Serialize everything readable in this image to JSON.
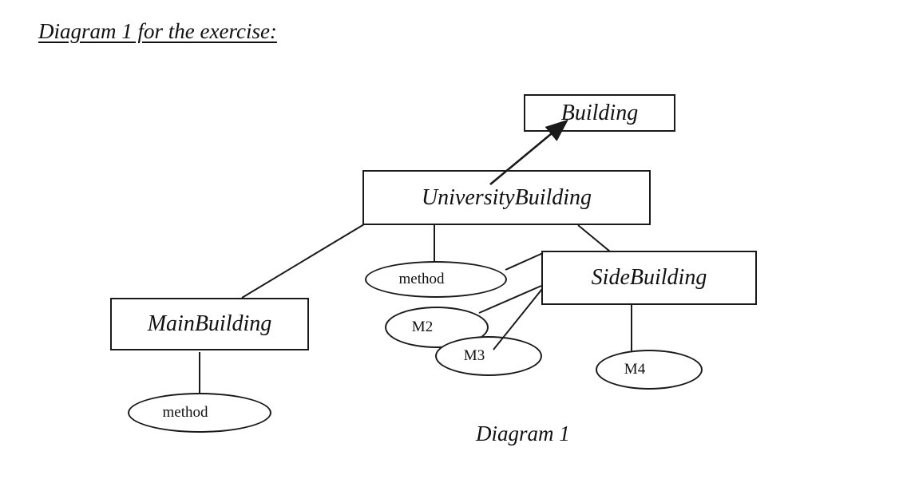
{
  "heading": "Diagram 1 for the exercise:",
  "caption": "Diagram 1",
  "diagram": {
    "nodes": {
      "building": "Building",
      "universityBuilding": "UniversityBuilding",
      "mainBuilding": "MainBuilding",
      "sideBuilding": "SideBuilding",
      "universityMethod": "method",
      "m2": "M2",
      "m3": "M3",
      "m4": "M4",
      "mainMethod": "method"
    }
  }
}
